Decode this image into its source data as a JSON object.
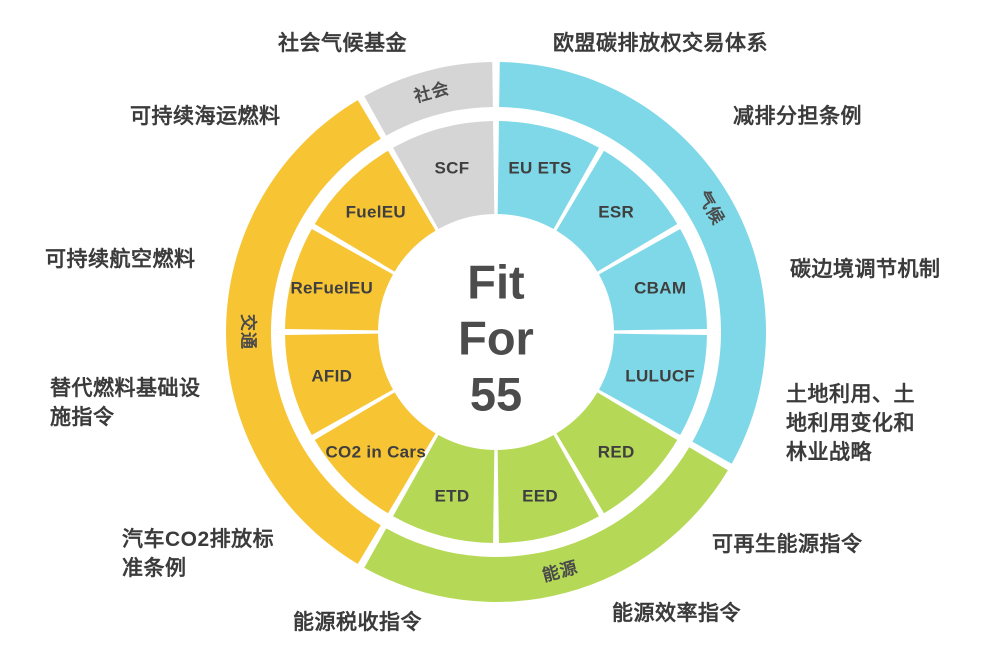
{
  "page": {
    "background": "#ffffff"
  },
  "chart_data": {
    "type": "sunburst",
    "title": "Fit For 55",
    "center_lines": [
      "Fit",
      "For",
      "55"
    ],
    "start_angle_deg": -30,
    "segment_angle_deg": 30,
    "grid": false,
    "legend_position": "none",
    "text_color": "#3f3f3f",
    "center_text_color": "#4c4c4c",
    "categories": [
      {
        "name": "社会",
        "color": "#d5d5d5",
        "segments": [
          {
            "code": "SCF",
            "label": "社会气候基金"
          }
        ]
      },
      {
        "name": "气候",
        "color": "#7fd8e8",
        "segments": [
          {
            "code": "EU ETS",
            "label": "欧盟碳排放权交易体系"
          },
          {
            "code": "ESR",
            "label": "减排分担条例"
          },
          {
            "code": "CBAM",
            "label": "碳边境调节机制"
          },
          {
            "code": "LULUCF",
            "label": "土地利用、土地利用变化和林业战略"
          }
        ]
      },
      {
        "name": "能源",
        "color": "#b5d957",
        "segments": [
          {
            "code": "RED",
            "label": "可再生能源指令"
          },
          {
            "code": "EED",
            "label": "能源效率指令"
          },
          {
            "code": "ETD",
            "label": "能源税收指令"
          }
        ]
      },
      {
        "name": "交通",
        "color": "#f7c434",
        "segments": [
          {
            "code": "CO2 in Cars",
            "label": "汽车CO2排放标准条例"
          },
          {
            "code": "AFID",
            "label": "替代燃料基础设施指令"
          },
          {
            "code": "ReFuelEU",
            "label": "可持续航空燃料"
          },
          {
            "code": "FuelEU",
            "label": "可持续海运燃料"
          }
        ]
      }
    ]
  }
}
